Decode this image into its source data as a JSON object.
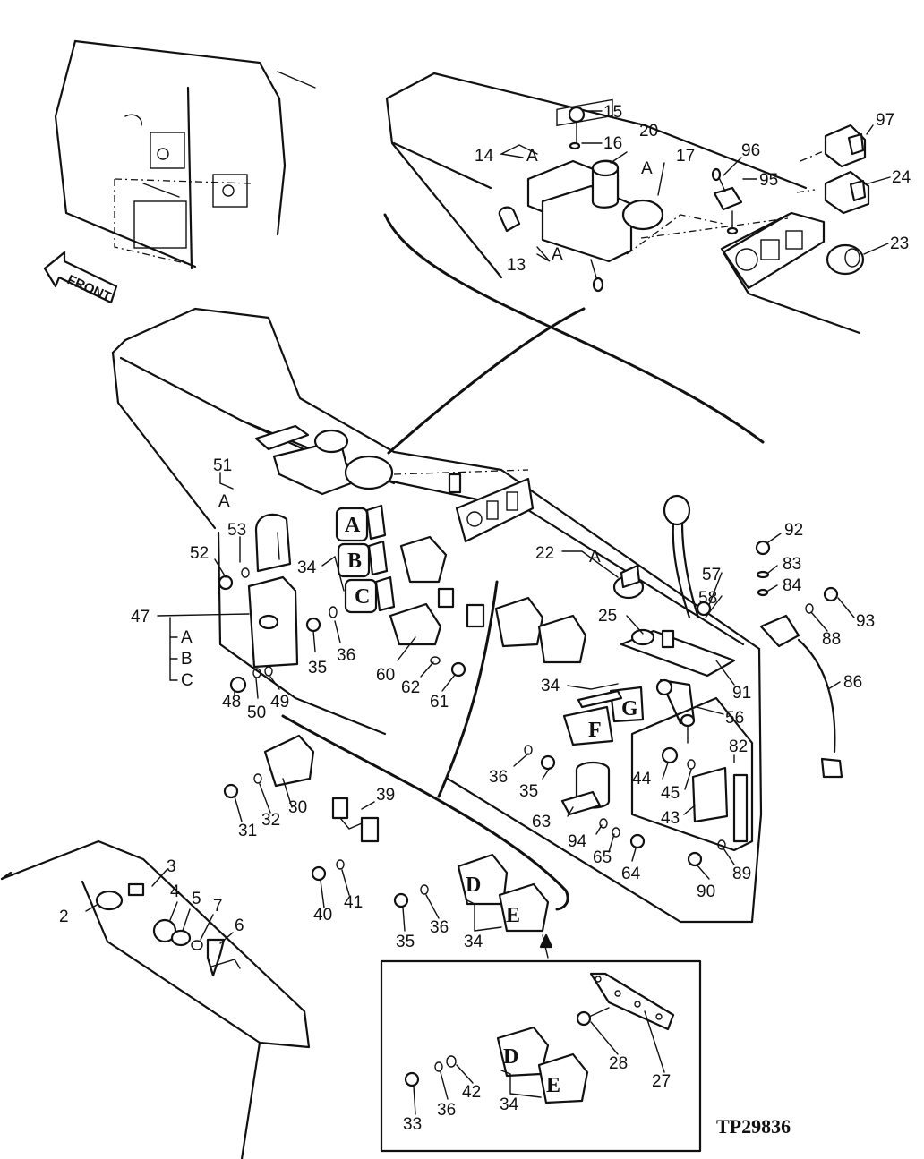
{
  "figure_id": "TP29836",
  "front_label": "FRONT",
  "callouts": [
    {
      "id": "c15",
      "text": "15"
    },
    {
      "id": "c16",
      "text": "16"
    },
    {
      "id": "c20",
      "text": "20"
    },
    {
      "id": "c20a",
      "text": "A"
    },
    {
      "id": "c17",
      "text": "17"
    },
    {
      "id": "c14",
      "text": "14"
    },
    {
      "id": "c14a",
      "text": "A"
    },
    {
      "id": "c13",
      "text": "13"
    },
    {
      "id": "c13a",
      "text": "A"
    },
    {
      "id": "c96",
      "text": "96"
    },
    {
      "id": "c95",
      "text": "95"
    },
    {
      "id": "c97",
      "text": "97"
    },
    {
      "id": "c24",
      "text": "24"
    },
    {
      "id": "c23",
      "text": "23"
    },
    {
      "id": "c51",
      "text": "51"
    },
    {
      "id": "c51a",
      "text": "A"
    },
    {
      "id": "c53",
      "text": "53"
    },
    {
      "id": "c52",
      "text": "52"
    },
    {
      "id": "c34a",
      "text": "34"
    },
    {
      "id": "c47",
      "text": "47"
    },
    {
      "id": "c47a",
      "text": "A"
    },
    {
      "id": "c47b",
      "text": "B"
    },
    {
      "id": "c47c",
      "text": "C"
    },
    {
      "id": "c35a",
      "text": "35"
    },
    {
      "id": "c36a",
      "text": "36"
    },
    {
      "id": "c60",
      "text": "60"
    },
    {
      "id": "c62",
      "text": "62"
    },
    {
      "id": "c61",
      "text": "61"
    },
    {
      "id": "c48",
      "text": "48"
    },
    {
      "id": "c50",
      "text": "50"
    },
    {
      "id": "c49",
      "text": "49"
    },
    {
      "id": "c22",
      "text": "22"
    },
    {
      "id": "c22a",
      "text": "A"
    },
    {
      "id": "c25",
      "text": "25"
    },
    {
      "id": "c92",
      "text": "92"
    },
    {
      "id": "c83",
      "text": "83"
    },
    {
      "id": "c84",
      "text": "84"
    },
    {
      "id": "c57",
      "text": "57"
    },
    {
      "id": "c58",
      "text": "58"
    },
    {
      "id": "c93",
      "text": "93"
    },
    {
      "id": "c88",
      "text": "88"
    },
    {
      "id": "c91",
      "text": "91"
    },
    {
      "id": "c86",
      "text": "86"
    },
    {
      "id": "c56",
      "text": "56"
    },
    {
      "id": "c34b",
      "text": "34"
    },
    {
      "id": "c36b",
      "text": "36"
    },
    {
      "id": "c35b",
      "text": "35"
    },
    {
      "id": "c82",
      "text": "82"
    },
    {
      "id": "c44",
      "text": "44"
    },
    {
      "id": "c45",
      "text": "45"
    },
    {
      "id": "c43",
      "text": "43"
    },
    {
      "id": "c63",
      "text": "63"
    },
    {
      "id": "c94",
      "text": "94"
    },
    {
      "id": "c65",
      "text": "65"
    },
    {
      "id": "c64",
      "text": "64"
    },
    {
      "id": "c89",
      "text": "89"
    },
    {
      "id": "c90",
      "text": "90"
    },
    {
      "id": "c30",
      "text": "30"
    },
    {
      "id": "c31",
      "text": "31"
    },
    {
      "id": "c32",
      "text": "32"
    },
    {
      "id": "c39",
      "text": "39"
    },
    {
      "id": "c40",
      "text": "40"
    },
    {
      "id": "c41",
      "text": "41"
    },
    {
      "id": "c3",
      "text": "3"
    },
    {
      "id": "c2",
      "text": "2"
    },
    {
      "id": "c4",
      "text": "4"
    },
    {
      "id": "c5",
      "text": "5"
    },
    {
      "id": "c7",
      "text": "7"
    },
    {
      "id": "c6",
      "text": "6"
    },
    {
      "id": "c35c",
      "text": "35"
    },
    {
      "id": "c36c",
      "text": "36"
    },
    {
      "id": "c34c",
      "text": "34"
    },
    {
      "id": "c28",
      "text": "28"
    },
    {
      "id": "c27",
      "text": "27"
    },
    {
      "id": "c42",
      "text": "42"
    },
    {
      "id": "c33",
      "text": "33"
    },
    {
      "id": "c36d",
      "text": "36"
    },
    {
      "id": "c34d",
      "text": "34"
    }
  ],
  "switch_letters": {
    "A": "A",
    "B": "B",
    "C": "C",
    "F": "F",
    "G": "G",
    "D1": "D",
    "E1": "E",
    "D2": "D",
    "E2": "E"
  }
}
